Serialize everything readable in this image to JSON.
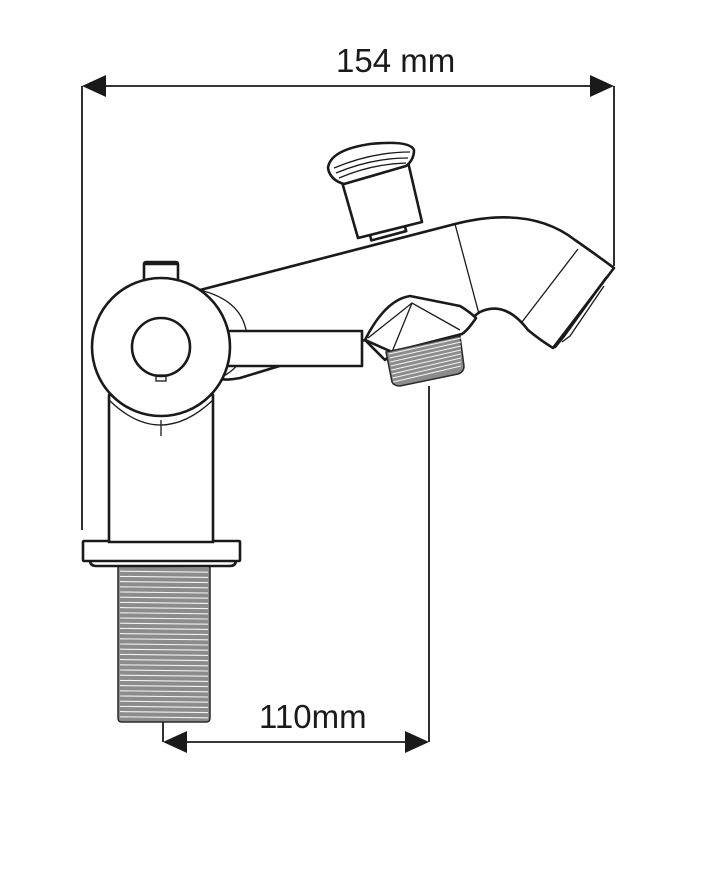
{
  "diagram": {
    "subject": "Bath shower mixer tap technical drawing",
    "dimensions": {
      "overall_width": {
        "label": "154 mm",
        "value": 154,
        "unit": "mm"
      },
      "tap_centre_to_outlet": {
        "label": "110mm",
        "value": 110,
        "unit": "mm"
      }
    },
    "colors": {
      "line": "#1a1a1a",
      "thread_fill": "#8c8c8c",
      "background": "#ffffff"
    }
  }
}
